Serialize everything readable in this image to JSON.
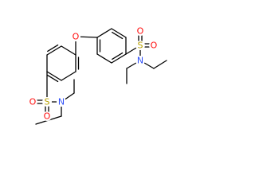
{
  "structure": {
    "atoms": {
      "O_bridge": "O",
      "S_right": "S",
      "O_right_1": "O",
      "O_right_2": "O",
      "N_right": "N",
      "S_left": "S",
      "O_left_1": "O",
      "O_left_2": "O",
      "N_left": "N"
    },
    "colors": {
      "oxygen": "#ff0d0d",
      "sulfur": "#b8a100",
      "nitrogen": "#3050f8",
      "bond": "#000000"
    }
  }
}
